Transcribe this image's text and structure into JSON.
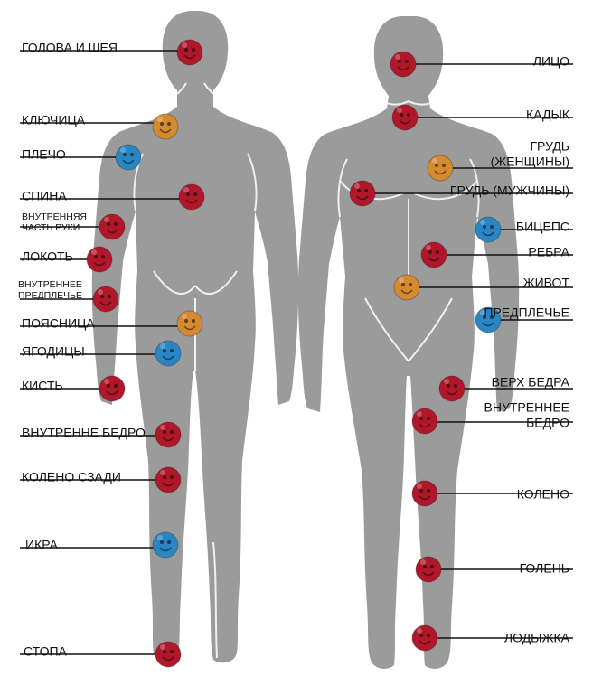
{
  "colors": {
    "red": "#b0182a",
    "orange": "#d48a2e",
    "blue": "#2a86c2",
    "body": "#9b9b9b",
    "text": "#111111"
  },
  "icon_names": {
    "red": "red-face-marker-icon",
    "orange": "orange-face-marker-icon",
    "blue": "blue-face-marker-icon"
  },
  "back_view": {
    "markers": [
      {
        "id": "head-neck",
        "label": "ГОЛОВА И ШЕЯ",
        "color": "red"
      },
      {
        "id": "collarbone",
        "label": "КЛЮЧИЦА",
        "color": "orange"
      },
      {
        "id": "shoulder",
        "label": "ПЛЕЧО",
        "color": "blue"
      },
      {
        "id": "back",
        "label": "СПИНА",
        "color": "red"
      },
      {
        "id": "inner-arm",
        "label": [
          "ВНУТРЕННЯЯ",
          "ЧАСТЬ РУКИ"
        ],
        "color": "red"
      },
      {
        "id": "elbow",
        "label": "ЛОКОТЬ",
        "color": "red"
      },
      {
        "id": "inner-forearm",
        "label": [
          "ВНУТРЕННЕЕ",
          "ПРЕДПЛЕЧЬЕ"
        ],
        "color": "red"
      },
      {
        "id": "lower-back",
        "label": "ПОЯСНИЦА",
        "color": "orange"
      },
      {
        "id": "buttocks",
        "label": "ЯГОДИЦЫ",
        "color": "blue"
      },
      {
        "id": "hand",
        "label": "КИСТЬ",
        "color": "red"
      },
      {
        "id": "inner-thigh",
        "label": "ВНУТРЕННЕ БЕДРО",
        "color": "red"
      },
      {
        "id": "back-knee",
        "label": "КОЛЕНО СЗАДИ",
        "color": "red"
      },
      {
        "id": "calf",
        "label": "ИКРА",
        "color": "blue"
      },
      {
        "id": "foot",
        "label": "СТОПА",
        "color": "red"
      }
    ]
  },
  "front_view": {
    "markers": [
      {
        "id": "face",
        "label": "ЛИЦО",
        "color": "red"
      },
      {
        "id": "adams-apple",
        "label": "КАДЫК",
        "color": "red"
      },
      {
        "id": "breast-female",
        "label": [
          "ГРУДЬ",
          "(ЖЕНЩИНЫ)"
        ],
        "color": "orange"
      },
      {
        "id": "chest-male",
        "label": "ГРУДЬ (МУЖЧИНЫ)",
        "color": "red"
      },
      {
        "id": "biceps",
        "label": "БИЦЕПС",
        "color": "blue"
      },
      {
        "id": "ribs",
        "label": "РЕБРА",
        "color": "red"
      },
      {
        "id": "belly",
        "label": "ЖИВОТ",
        "color": "orange"
      },
      {
        "id": "forearm",
        "label": "ПРЕДПЛЕЧЬЕ",
        "color": "blue"
      },
      {
        "id": "upper-thigh",
        "label": "ВЕРХ БЕДРА",
        "color": "red"
      },
      {
        "id": "inner-thigh-front",
        "label": [
          "ВНУТРЕННЕЕ",
          "БЕДРО"
        ],
        "color": "red"
      },
      {
        "id": "knee",
        "label": "КОЛЕНО",
        "color": "red"
      },
      {
        "id": "shin",
        "label": "ГОЛЕНЬ",
        "color": "red"
      },
      {
        "id": "ankle",
        "label": "ЛОДЫЖКА",
        "color": "red"
      }
    ]
  }
}
